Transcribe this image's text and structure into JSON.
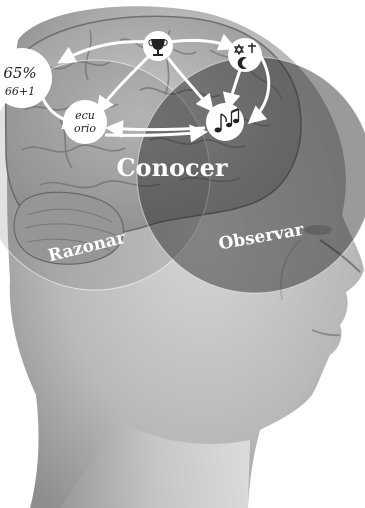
{
  "diagram": {
    "center_label": "Conocer",
    "left_circle_label": "Razonar",
    "right_circle_label": "Observar",
    "node_math_line1": "65%",
    "node_math_line2": "66+1",
    "node_memory_line1": "ecu",
    "node_memory_line2": "orio",
    "icons": [
      "trophy-icon",
      "star-of-david-icon",
      "crescent-icon",
      "cross-icon",
      "music-notes-icon"
    ]
  }
}
